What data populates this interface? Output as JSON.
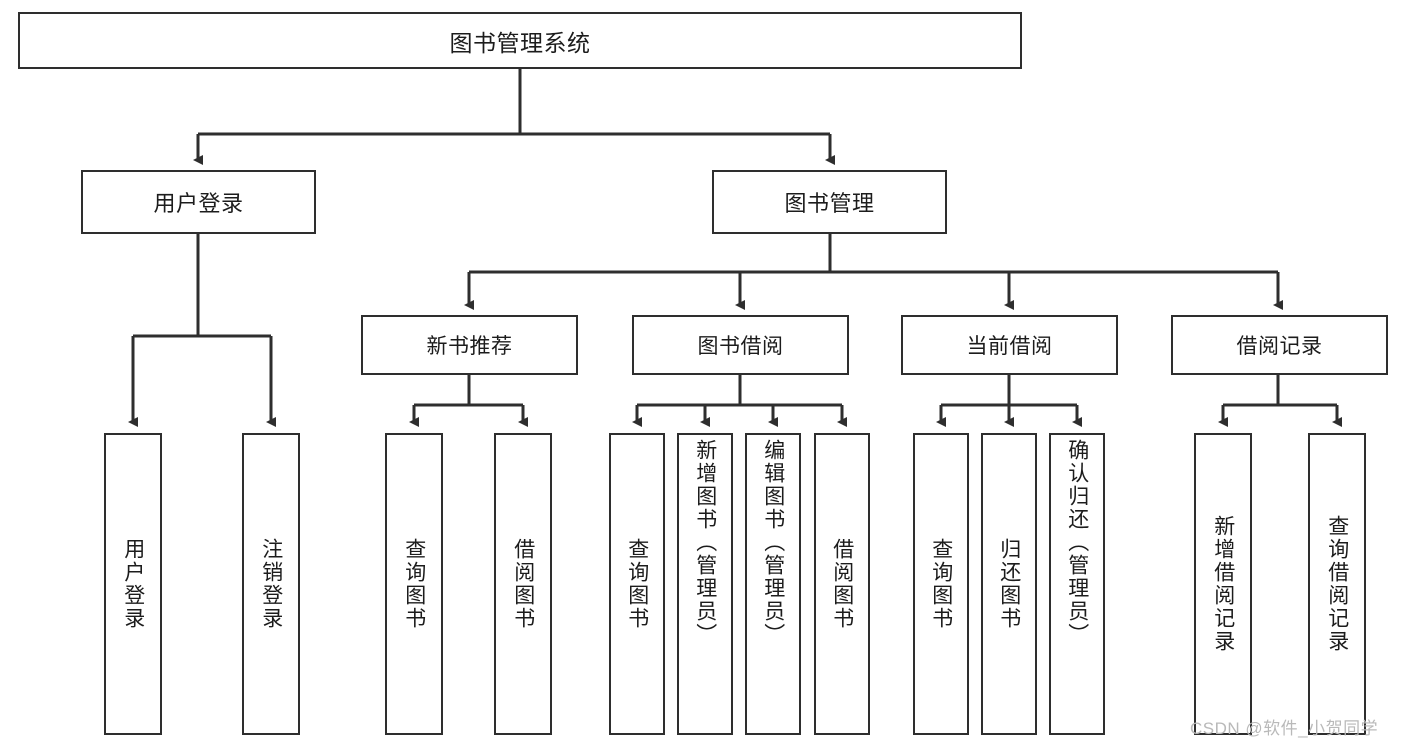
{
  "diagram": {
    "type": "hierarchy-tree",
    "title": "图书管理系统",
    "watermark": "CSDN @软件_小贺同学",
    "colors": {
      "line": "#2e2e2e",
      "box_border": "#2e2e2e",
      "box_fill": "#ffffff",
      "text": "#1c1c1c",
      "watermark": "#b9b9b9"
    },
    "levels": {
      "root": {
        "label": "图书管理系统"
      },
      "level2": [
        {
          "label": "用户登录"
        },
        {
          "label": "图书管理"
        }
      ],
      "level3": [
        {
          "label": "新书推荐"
        },
        {
          "label": "图书借阅"
        },
        {
          "label": "当前借阅"
        },
        {
          "label": "借阅记录"
        }
      ],
      "leaves": {
        "user_login": [
          {
            "label": "用户登录"
          },
          {
            "label": "注销登录"
          }
        ],
        "new_book_recommend": [
          {
            "label": "查询图书"
          },
          {
            "label": "借阅图书"
          }
        ],
        "book_borrow": [
          {
            "label": "查询图书"
          },
          {
            "label": "新增图书（管理员）"
          },
          {
            "label": "编辑图书（管理员）"
          },
          {
            "label": "借阅图书"
          }
        ],
        "current_borrow": [
          {
            "label": "查询图书"
          },
          {
            "label": "归还图书"
          },
          {
            "label": "确认归还（管理员）"
          }
        ],
        "borrow_record": [
          {
            "label": "新增借阅记录"
          },
          {
            "label": "查询借阅记录"
          }
        ]
      }
    }
  }
}
